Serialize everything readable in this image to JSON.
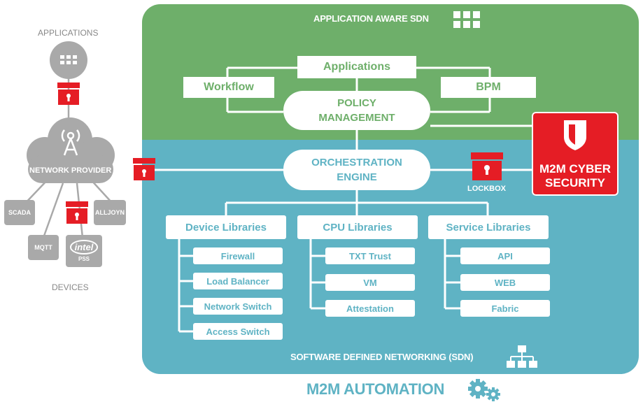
{
  "top_title": "APPLICATION AWARE SDN",
  "bottom_title": "SOFTWARE DEFINED NETWORKING (SDN)",
  "footer_title": "M2M AUTOMATION",
  "applications": "Applications",
  "workflow": "Workflow",
  "bpm": "BPM",
  "policy": [
    "POLICY",
    "MANAGEMENT"
  ],
  "orchestration": [
    "ORCHESTRATION",
    "ENGINE"
  ],
  "lockbox": "LOCKBOX",
  "security": [
    "M2M CYBER",
    "SECURITY"
  ],
  "left": {
    "applications_label": "APPLICATIONS",
    "network_provider": "NETWORK PROVIDER",
    "devices_label": "DEVICES",
    "scada": "SCADA",
    "alljoyn": "ALLJOYN",
    "mqtt": "MQTT",
    "intel": "intel",
    "pss": "PSS"
  },
  "libraries": [
    {
      "title": "Device Libraries",
      "items": [
        "Firewall",
        "Load Balancer",
        "Network Switch",
        "Access Switch"
      ]
    },
    {
      "title": "CPU Libraries",
      "items": [
        "TXT Trust",
        "VM",
        "Attestation"
      ]
    },
    {
      "title": "Service Libraries",
      "items": [
        "API",
        "WEB",
        "Fabric"
      ]
    }
  ],
  "colors": {
    "green": "#6eaf6a",
    "blue": "#5fb3c4",
    "red": "#e51d25",
    "gray": "#a9a9a9"
  },
  "icons": [
    "grid-icon",
    "cloud-icon",
    "tower-icon",
    "lock-icon",
    "shield-icon",
    "network-tree-icon",
    "gears-icon"
  ]
}
